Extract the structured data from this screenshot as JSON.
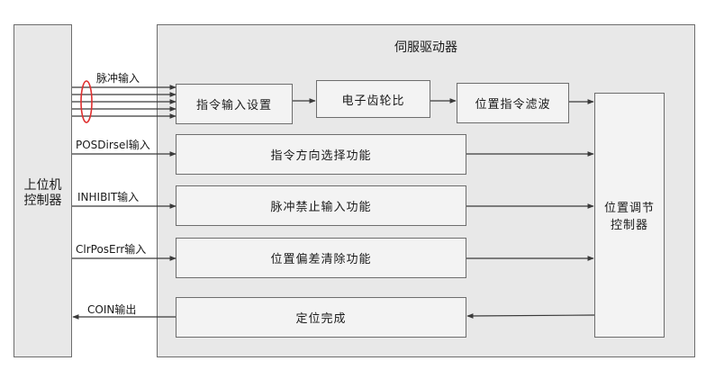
{
  "host": {
    "label_line1": "上位机",
    "label_line2": "控制器"
  },
  "servo": {
    "title": "伺服驱动器"
  },
  "signals": {
    "pulse_input": "脉冲输入",
    "posdirsel_input": "POSDirsel输入",
    "inhibit_input": "INHIBIT输入",
    "clrposerr_input": "ClrPosErr输入",
    "coin_output": "COIN输出"
  },
  "blocks": {
    "cmd_input_setting": "指令输入设置",
    "electronic_gear": "电子齿轮比",
    "pos_cmd_filter": "位置指令滤波",
    "cmd_dir_select": "指令方向选择功能",
    "pulse_inhibit": "脉冲禁止输入功能",
    "pos_error_clear": "位置偏差清除功能",
    "positioning_complete": "定位完成"
  },
  "controller": {
    "label_line1": "位置调节",
    "label_line2": "控制器"
  },
  "colors": {
    "line": "#3a3a3a",
    "ellipse": "#e03030",
    "panel": "#e8e8e8",
    "block": "#f3f3f3"
  }
}
